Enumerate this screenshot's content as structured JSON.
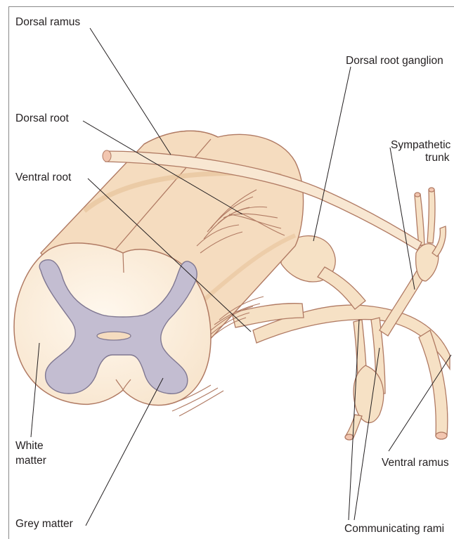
{
  "labels": {
    "dorsal_ramus": "Dorsal ramus",
    "dorsal_root_ganglion": "Dorsal root ganglion",
    "dorsal_root": "Dorsal root",
    "sympathetic_line1": "Sympathetic",
    "sympathetic_line2": "trunk",
    "ventral_root": "Ventral root",
    "white_matter_line1": "White",
    "white_matter_line2": "matter",
    "ventral_ramus": "Ventral ramus",
    "grey_matter": "Grey matter",
    "communicating_rami": "Communicating rami"
  },
  "colors": {
    "tissue": "#f8e7d2",
    "tissue_shadow": "#efd2ae",
    "outline": "#b07a63",
    "grey_matter": "#c3bdd1",
    "grey_outline": "#7f7791",
    "leader": "#231f20"
  }
}
